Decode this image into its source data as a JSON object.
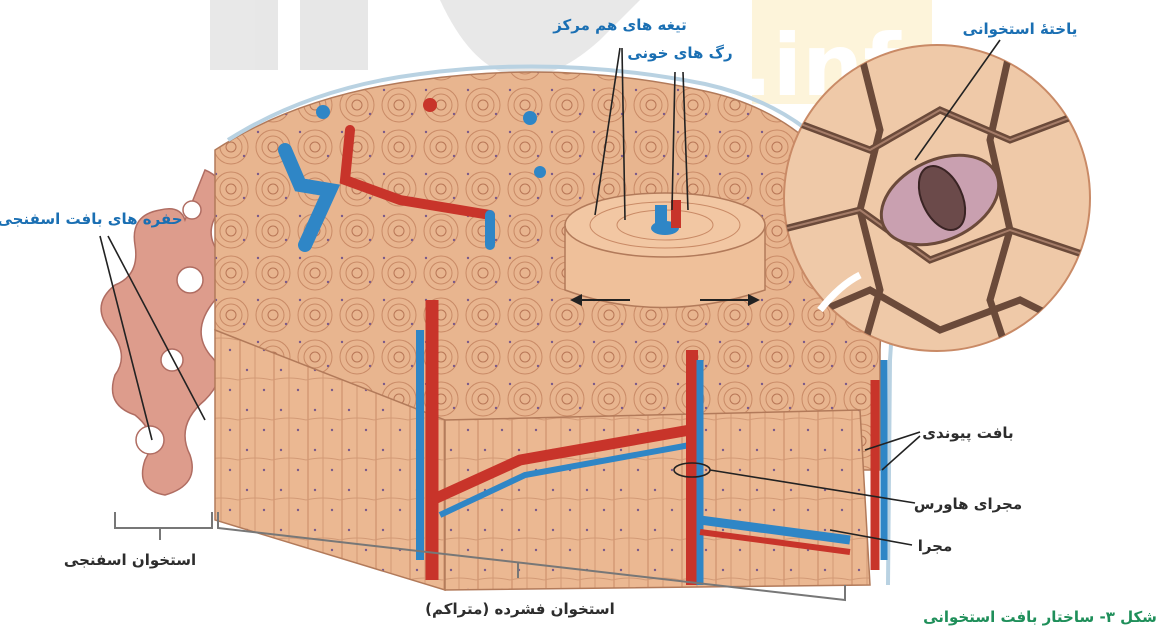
{
  "watermark": {
    "text": ".info",
    "color": "#f7d36a"
  },
  "labels": {
    "lamellae": "تیغه های هم مرکز",
    "blood_vessels": "رگ های خونی",
    "bone_cell": "یاختهٔ استخوانی",
    "spongy_cavities": "حفره های بافت اسفنجی",
    "connective_tissue": "بافت پیوندی",
    "haversian_canal": "مجرای هاورس",
    "canal": "مجرا",
    "spongy_bone": "استخوان اسفنجی",
    "compact_bone": "استخوان فشرده (متراکم)",
    "figure_caption": "شکل ۳- ساختار بافت استخوانی"
  },
  "colors": {
    "label_blue": "#1a6fb3",
    "bone_tissue": "#e8b58f",
    "bone_dark": "#c98a66",
    "vessel_red": "#c8342a",
    "vessel_blue": "#2f86c6",
    "cell_circle": "#efc9a8",
    "caption_green": "#1f8f5a"
  }
}
